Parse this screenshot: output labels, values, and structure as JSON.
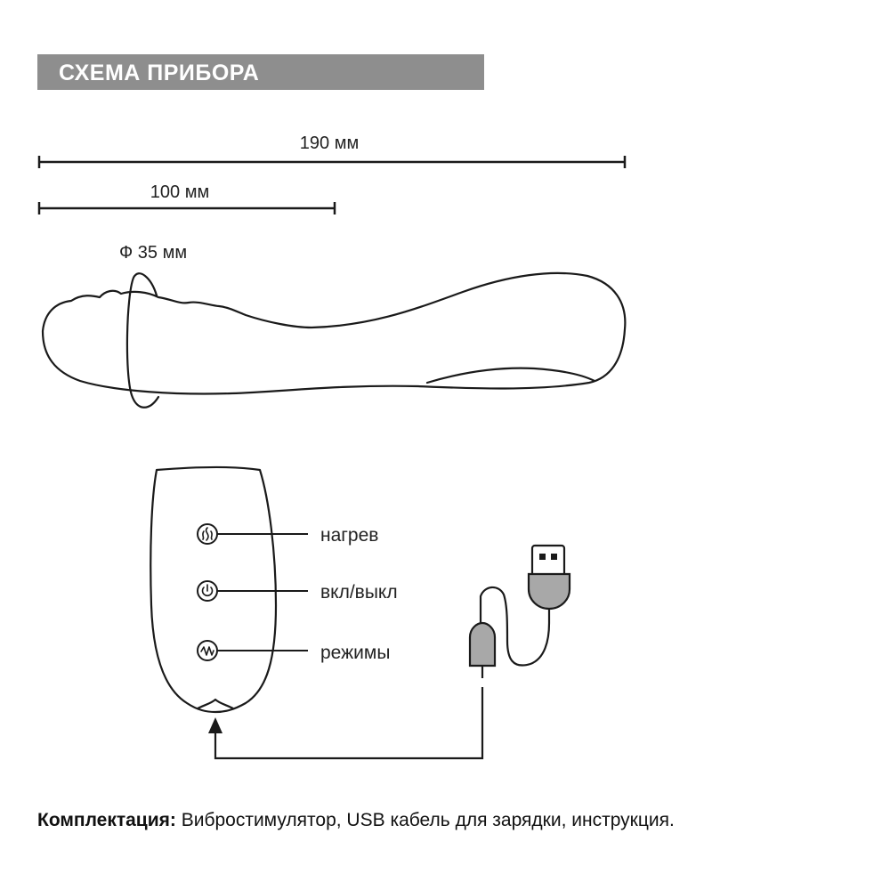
{
  "header": {
    "title": "СХЕМА ПРИБОРА"
  },
  "dimensions": {
    "total_length": "190 мм",
    "insertable_length": "100 мм",
    "diameter": "Ф 35 мм"
  },
  "buttons": [
    {
      "label": "нагрев",
      "icon": "heat-icon"
    },
    {
      "label": "вкл/выкл",
      "icon": "power-icon"
    },
    {
      "label": "режимы",
      "icon": "modes-icon"
    }
  ],
  "footer": {
    "label": "Комплектация:",
    "text": " Вибростимулятор, USB кабель для зарядки, инструкция."
  },
  "colors": {
    "header_bg": "#8e8e8e",
    "line": "#1a1a1a",
    "connector_fill": "#a8a8a8"
  }
}
